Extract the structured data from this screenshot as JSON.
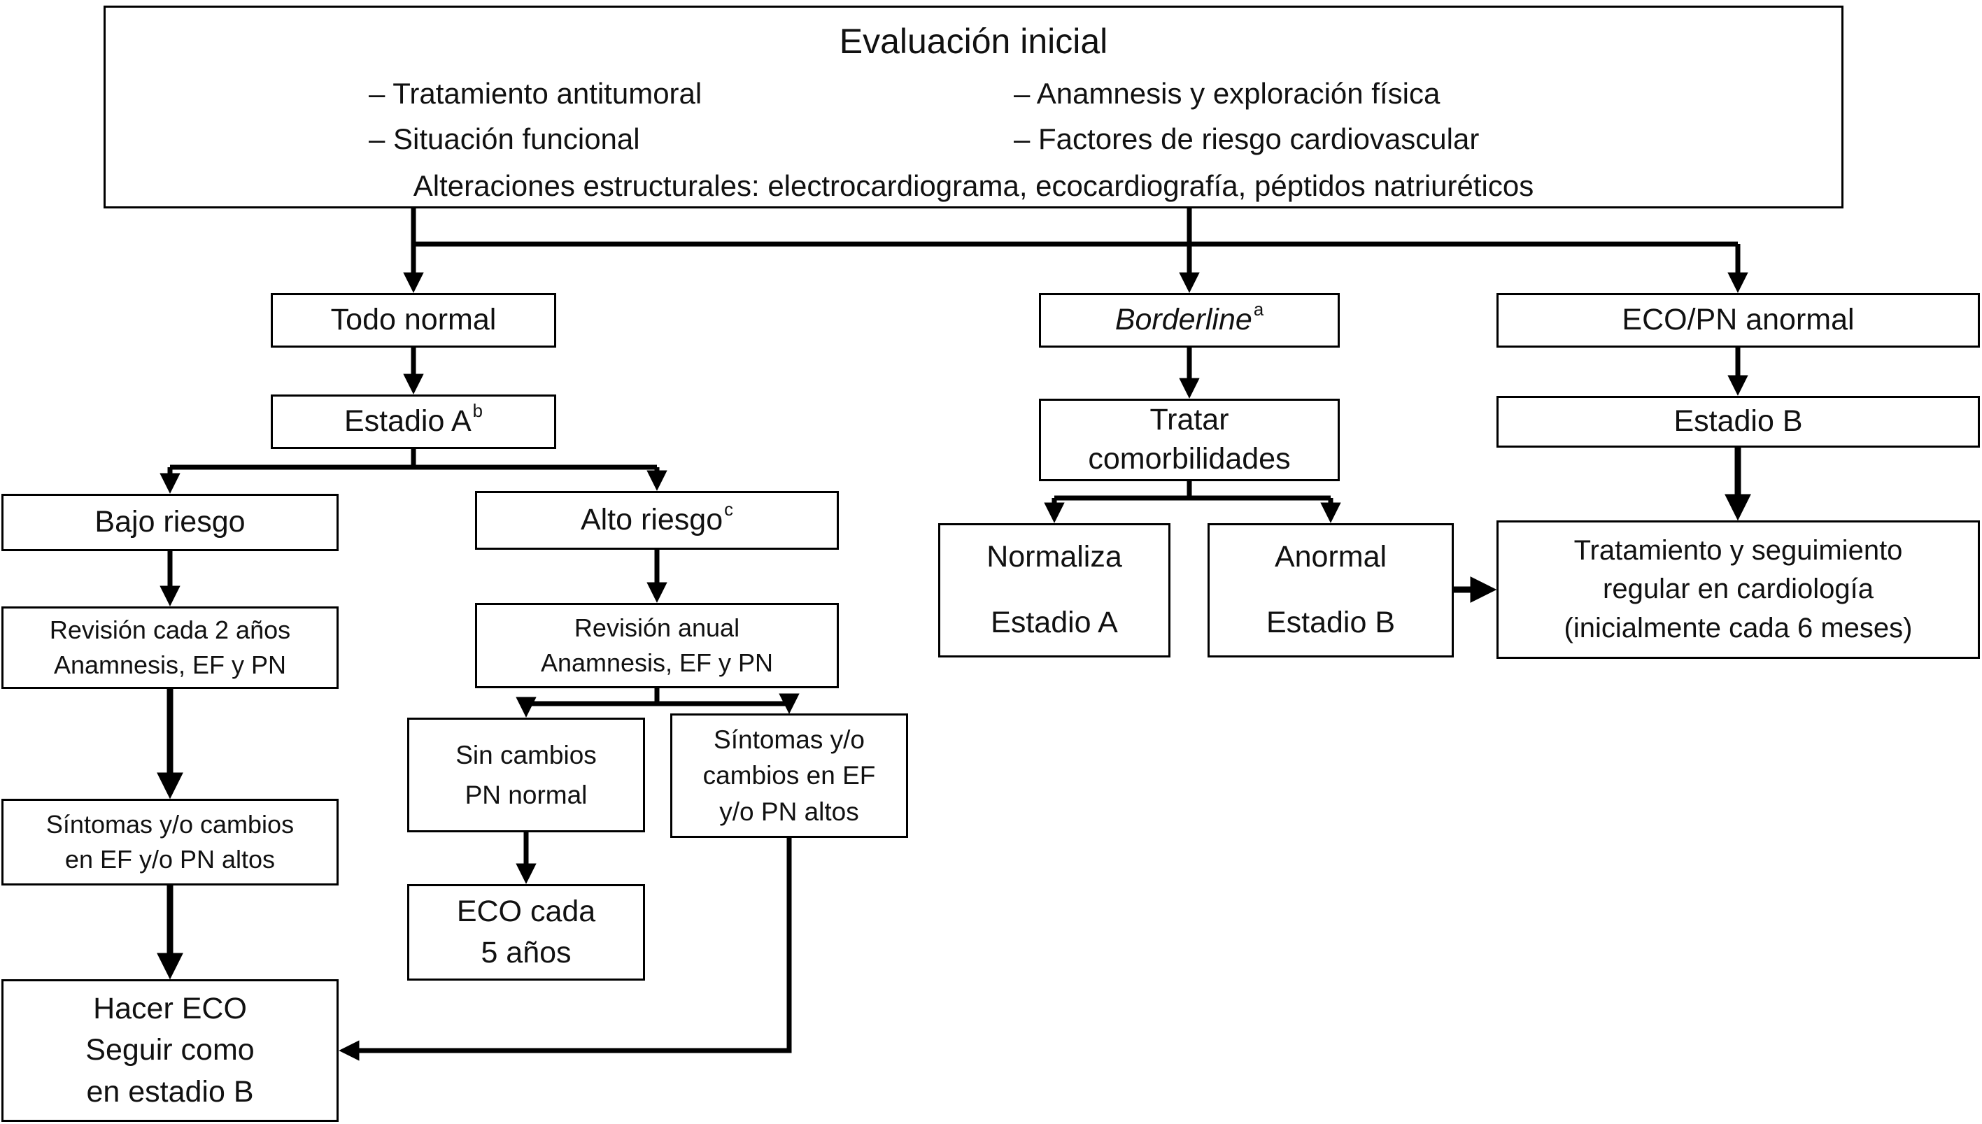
{
  "header": {
    "title": "Evaluación inicial",
    "bullets_left": [
      "– Tratamiento antitumoral",
      "– Situación funcional"
    ],
    "bullets_right": [
      "– Anamnesis y exploración física",
      "– Factores de riesgo cardiovascular"
    ],
    "structural_line": "Alteraciones estructurales: electrocardiograma, ecocardiografía, péptidos natriuréticos"
  },
  "nodes": {
    "todo_normal": {
      "text": "Todo normal"
    },
    "estadio_a": {
      "text": "Estadio A",
      "sup": "b"
    },
    "borderline": {
      "text": "Borderline",
      "sup": "a"
    },
    "eco_pn_anormal": {
      "text": "ECO/PN anormal"
    },
    "tratar_comorbilidades": {
      "line1": "Tratar",
      "line2": "comorbilidades"
    },
    "estadio_b": {
      "text": "Estadio B"
    },
    "bajo_riesgo": {
      "text": "Bajo riesgo"
    },
    "alto_riesgo": {
      "text": "Alto riesgo",
      "sup": "c"
    },
    "revision_2_anios": {
      "line1": "Revisión cada 2 años",
      "line2": "Anamnesis, EF y PN"
    },
    "revision_anual": {
      "line1": "Revisión anual",
      "line2": "Anamnesis, EF y PN"
    },
    "sin_cambios": {
      "line1": "Sin cambios",
      "line2": "PN normal"
    },
    "sintomas_alto": {
      "line1": "Síntomas y/o",
      "line2": "cambios en EF",
      "line3": "y/o PN altos"
    },
    "sintomas_bajo": {
      "line1": "Síntomas y/o cambios",
      "line2": "en EF y/o PN altos"
    },
    "eco_cada_5": {
      "line1": "ECO cada",
      "line2": "5 años"
    },
    "hacer_eco": {
      "line1": "Hacer ECO",
      "line2": "Seguir como",
      "line3": "en estadio B"
    },
    "normaliza": {
      "line1": "Normaliza",
      "line2": "Estadio A"
    },
    "anormal": {
      "line1": "Anormal",
      "line2": "Estadio B"
    },
    "tratamiento": {
      "line1": "Tratamiento y seguimiento",
      "line2": "regular en cardiología",
      "line3": "(inicialmente cada 6 meses)"
    }
  },
  "colors": {
    "line": "#000000",
    "border": "#000000",
    "background": "#ffffff",
    "text": "#111111"
  }
}
